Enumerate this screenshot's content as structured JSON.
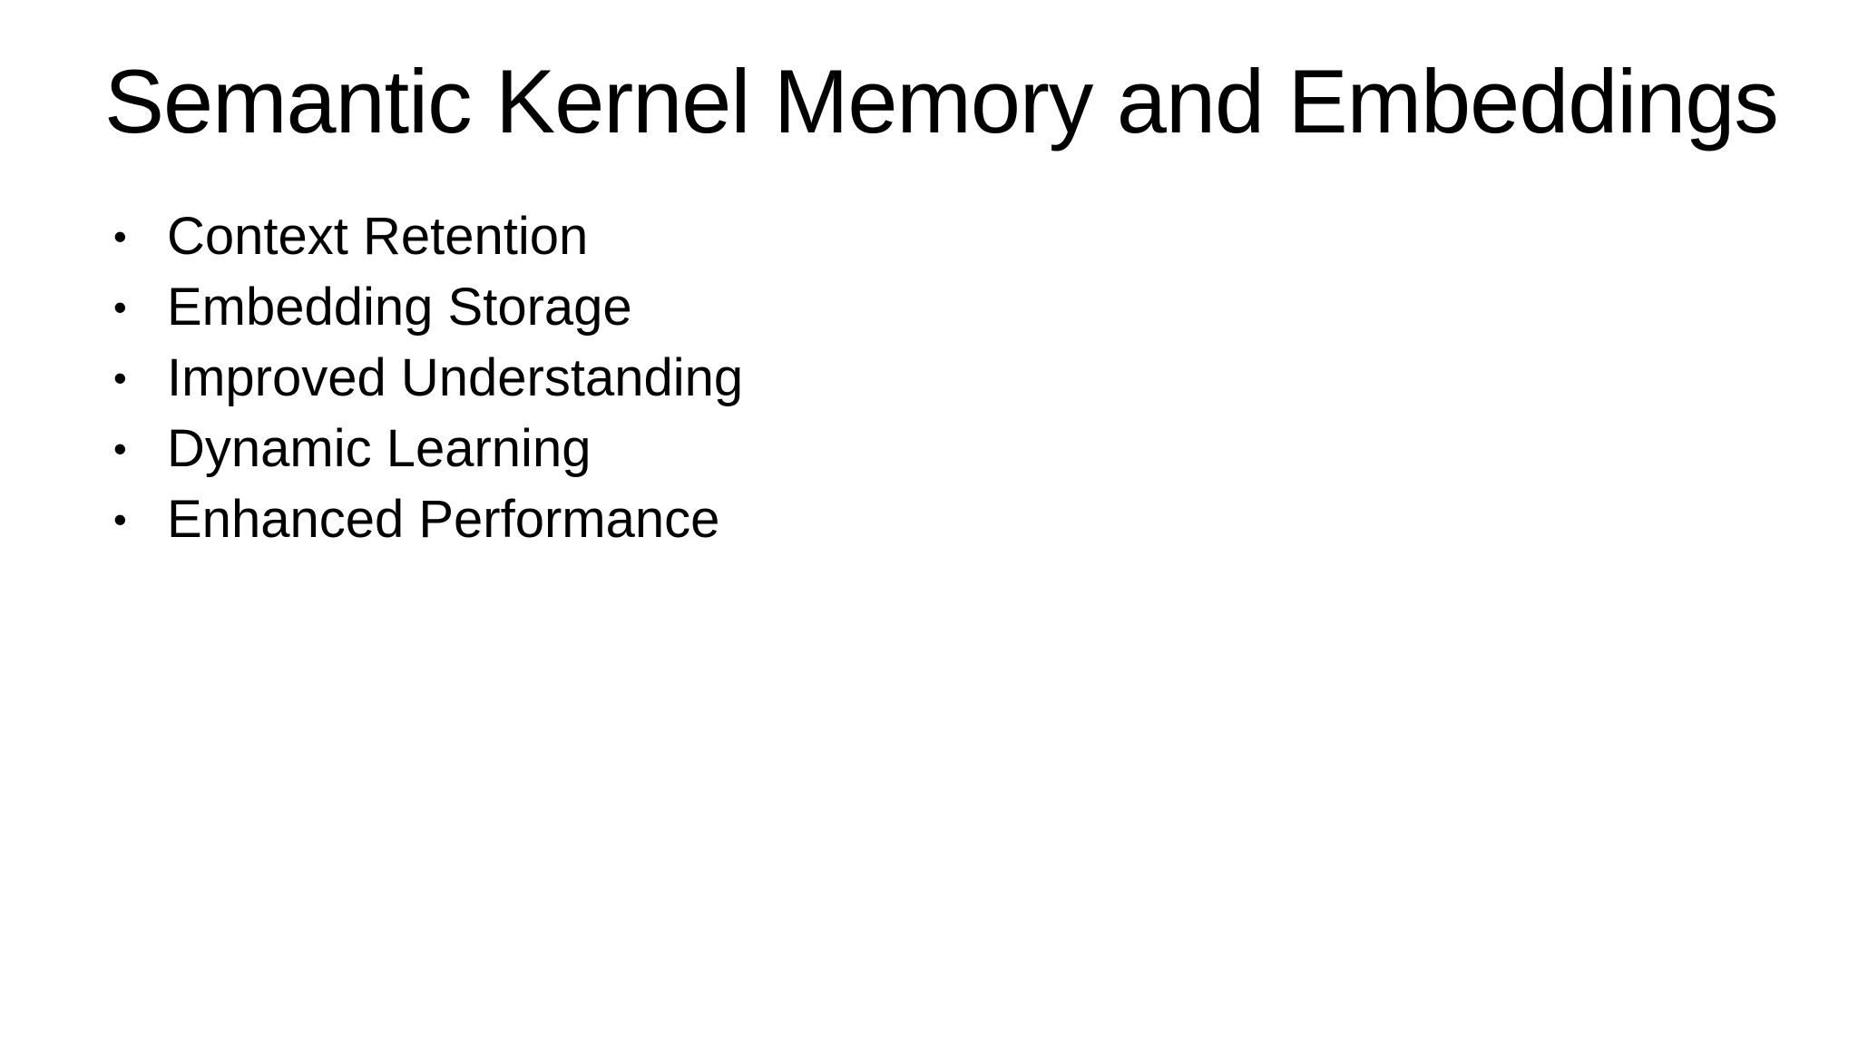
{
  "slide": {
    "title": "Semantic Kernel Memory and Embeddings",
    "bullet_glyph": "•",
    "bullets": [
      "Context Retention",
      "Embedding Storage",
      "Improved Understanding",
      "Dynamic Learning",
      "Enhanced Performance"
    ],
    "colors": {
      "background": "#ffffff",
      "text": "#000000"
    }
  }
}
